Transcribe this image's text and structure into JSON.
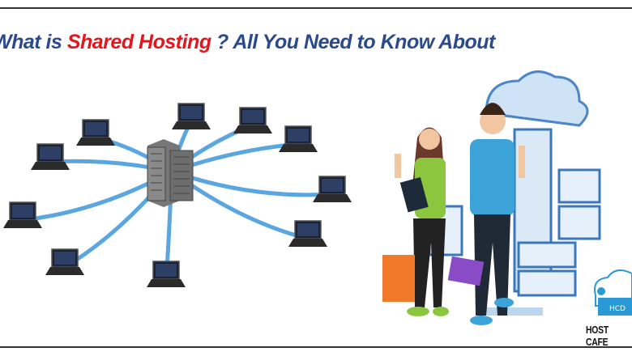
{
  "banner": {
    "title_prefix": "What is ",
    "title_highlight": "Shared Hosting",
    "title_suffix": " ? All You Need to Know About",
    "logo_text": "HOST CAFE",
    "logo_monogram": "HCD"
  },
  "colors": {
    "title_blue": "#2b4a8b",
    "title_red": "#e3161d",
    "arrow_blue": "#5aa6e0"
  }
}
